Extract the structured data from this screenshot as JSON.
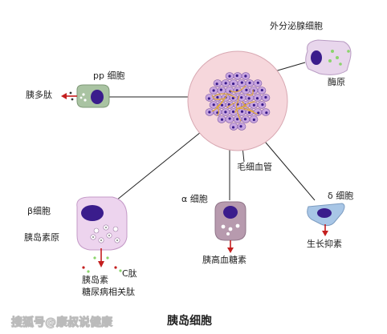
{
  "diagram": {
    "title": "胰岛细胞",
    "watermark": "搜狐号@康叔说健康",
    "labels": {
      "exocrine_cell": "外分泌腺细胞",
      "zymogen": "酶原",
      "pp_cell": "pp 细胞",
      "pancreatic_polypeptide": "胰多肽",
      "capillary": "毛细血管",
      "beta_cell": "β细胞",
      "proinsulin": "胰岛素原",
      "c_peptide": "C肽",
      "insulin": "胰岛素",
      "diabetes_peptide": "糖尿病相关肽",
      "alpha_cell": "α 细胞",
      "glucagon": "胰高血糖素",
      "delta_cell": "δ 细胞",
      "somatostatin": "生长抑素"
    },
    "colors": {
      "islet_fill": "#f6d7dc",
      "islet_cells": "#c9a6e0",
      "nucleus": "#3a1c8c",
      "vessel": "#e0a83a",
      "pp_cell": "#a9c3a2",
      "beta_cell": "#edd4ee",
      "alpha_cell": "#b79aae",
      "delta_cell": "#a8c6e6",
      "exocrine_cell": "#e8d6ec",
      "arrow": "#c41e1e"
    }
  }
}
